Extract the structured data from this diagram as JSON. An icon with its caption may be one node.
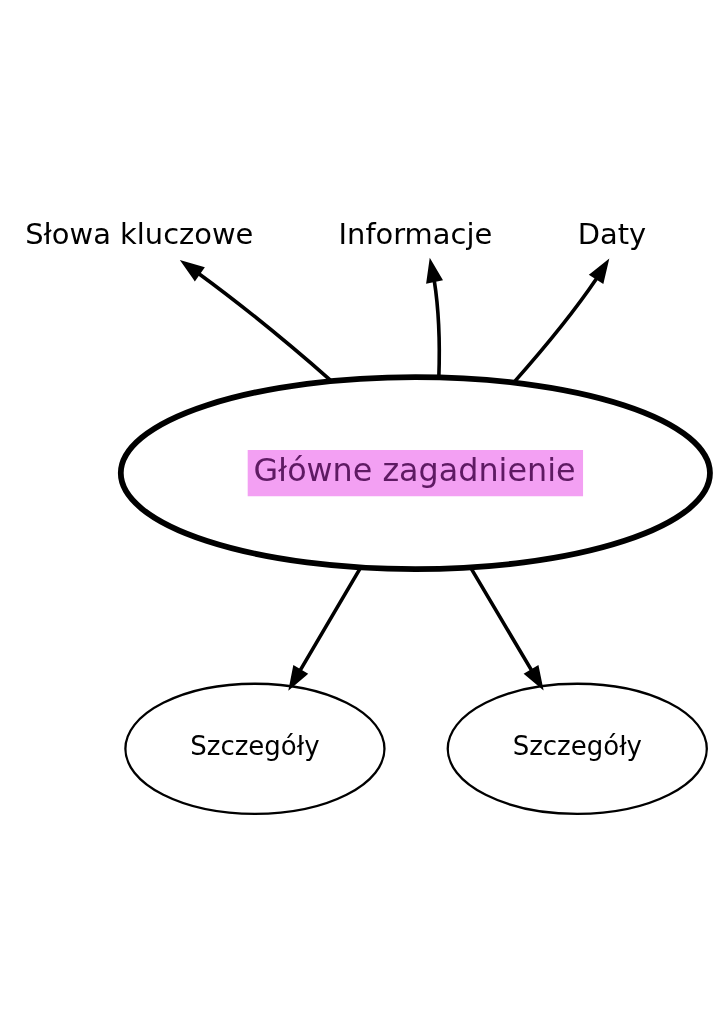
{
  "diagram": {
    "nodes": [
      {
        "text": [
          "Informacje"
        ]
      },
      {
        "text": [
          "Słowa kluczowe"
        ]
      },
      {
        "text": [
          "Daty"
        ]
      },
      {
        "text": [
          "Główne zagadnienie"
        ]
      },
      {
        "text": [
          "Szczegóły"
        ]
      },
      {
        "text": [
          "Szczegóły"
        ]
      }
    ],
    "edges": [
      {
        "from": 3,
        "to": 0,
        "arrow": "to"
      },
      {
        "from": 3,
        "to": 1,
        "arrow": "to"
      },
      {
        "from": 3,
        "to": 2,
        "arrow": "to"
      },
      {
        "from": 3,
        "to": 4,
        "arrow": "to"
      },
      {
        "from": 3,
        "to": 5,
        "arrow": "to"
      }
    ]
  }
}
